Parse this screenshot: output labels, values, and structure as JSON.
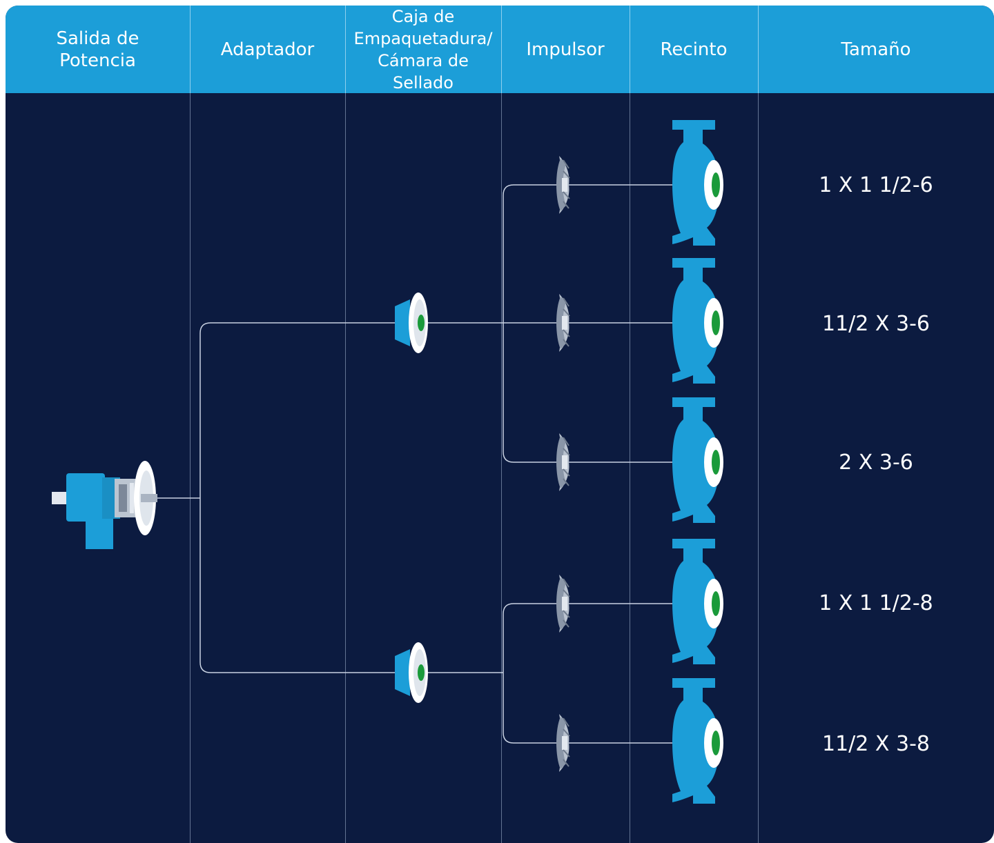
{
  "headers": {
    "power_end": "Salida de\nPotencia",
    "adapter": "Adaptador",
    "stuffing_box": "Caja de\nEmpaquetadura/\nCámara de Sellado",
    "impeller": "Impulsor",
    "casing": "Recinto",
    "size": "Tamaño"
  },
  "sizes": [
    "1 X 1 1/2-6",
    "11/2 X 3-6",
    "2 X 3-6",
    "1 X 1 1/2-8",
    "11/2 X 3-8"
  ],
  "colors": {
    "background": "#0c1b40",
    "header": "#1c9ed8",
    "component_blue": "#1c9ed8",
    "seal_green": "#1a9a3a",
    "connector": "#c9d2e2"
  }
}
